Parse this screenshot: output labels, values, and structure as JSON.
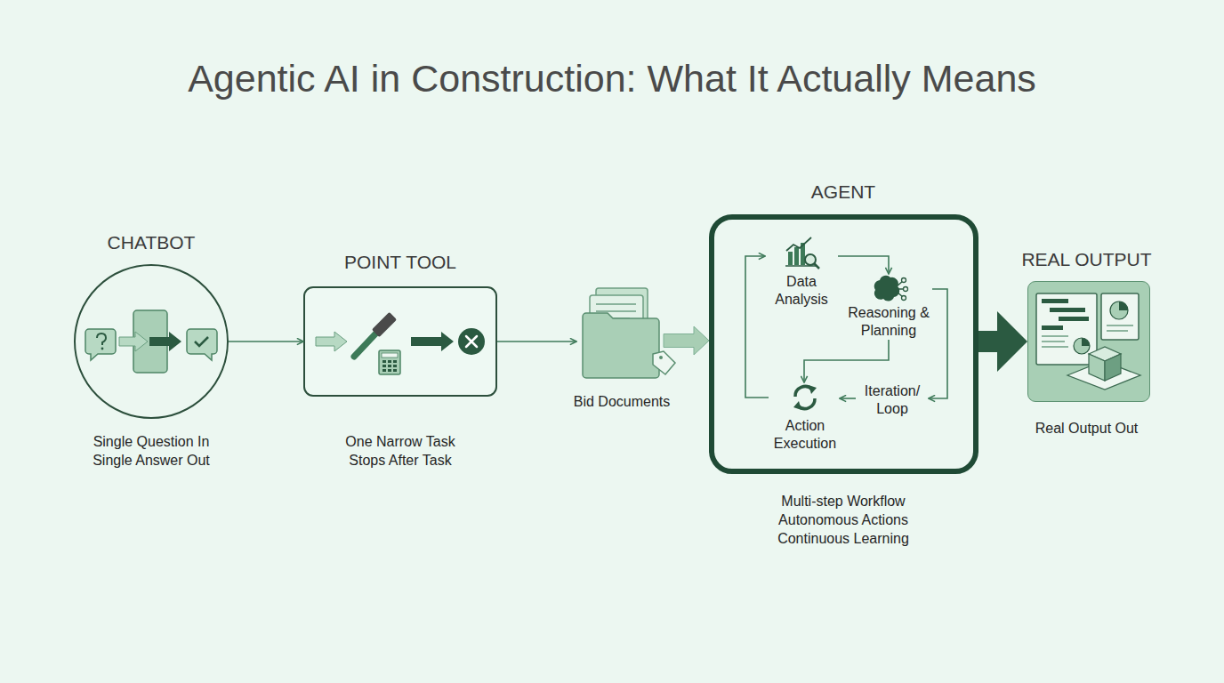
{
  "diagram": {
    "title": "Agentic AI in Construction: What It Actually Means",
    "nodes": [
      {
        "text": [
          "CHATBOT",
          "Single Question In Single Answer Out"
        ]
      },
      {
        "text": [
          "POINT TOOL",
          "One Narrow Task Stops After Task"
        ]
      },
      {
        "text": [
          "Bid Documents"
        ]
      },
      {
        "text": [
          "AGENT",
          "Multi-step Workflow Autonomous Actions Continuous Learning"
        ]
      },
      {
        "text": [
          "Data Analysis"
        ],
        "in": 3
      },
      {
        "text": [
          "Reasoning & Planning"
        ],
        "in": 3
      },
      {
        "text": [
          "Iteration/ Loop"
        ],
        "in": 3
      },
      {
        "text": [
          "Action Execution"
        ],
        "in": 3
      },
      {
        "text": [
          "REAL OUTPUT",
          "Real Output Out"
        ]
      }
    ],
    "edges": [
      {
        "from": 0,
        "to": 1,
        "arrow": "to"
      },
      {
        "from": 1,
        "to": 2,
        "arrow": "to"
      },
      {
        "from": 2,
        "to": 3,
        "arrow": "to"
      },
      {
        "from": 3,
        "to": 8,
        "arrow": "to"
      },
      {
        "from": 4,
        "to": 5,
        "arrow": "to"
      },
      {
        "from": 5,
        "to": 6,
        "arrow": "to"
      },
      {
        "from": 5,
        "to": 7,
        "arrow": "to"
      },
      {
        "from": 6,
        "to": 7,
        "arrow": "to"
      },
      {
        "from": 7,
        "to": 4,
        "arrow": "to"
      }
    ]
  }
}
